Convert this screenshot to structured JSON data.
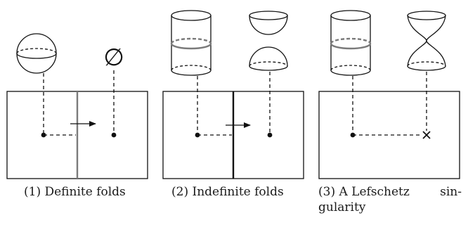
{
  "figure": {
    "empty_set_symbol": "∅",
    "panels": [
      {
        "id": "definite-folds",
        "caption": "(1) Definite folds"
      },
      {
        "id": "indefinite-folds",
        "caption": "(2) Indefinite folds"
      },
      {
        "id": "lefschetz",
        "caption_line1_left": "(3) A Lefschetz",
        "caption_line1_right": "sin-",
        "caption_line2": "gularity"
      }
    ]
  }
}
